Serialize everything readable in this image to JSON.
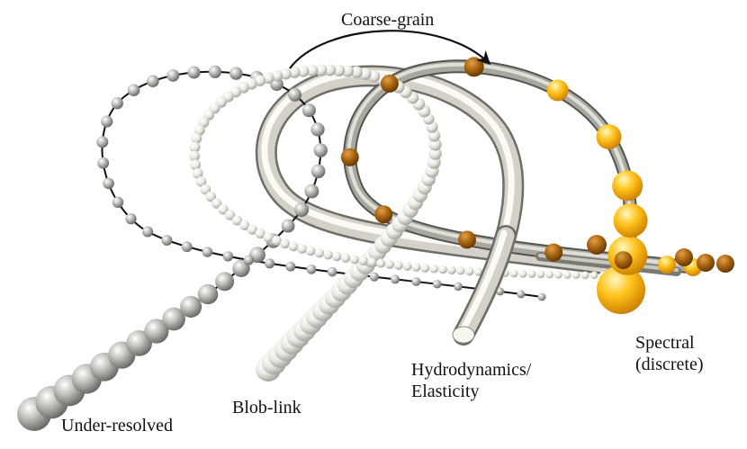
{
  "labels": {
    "coarse_grain": "Coarse-grain",
    "under_resolved": "Under-resolved",
    "blob_link": "Blob-link",
    "hydrodynamics_line1": "Hydrodynamics/",
    "hydrodynamics_line2": "Elasticity",
    "spectral_line1": "Spectral",
    "spectral_line2": "(discrete)"
  },
  "colors": {
    "bead_grey": "#9a9d98",
    "bead_white": "#eeeee6",
    "tube_white": "#e8e6dc",
    "tube_grey": "#8f8e87",
    "spectral_gold": "#f2a80a",
    "spectral_dark": "#9a5808",
    "link_line": "#111111"
  },
  "icons": {
    "coarse_grain_arrow": "curved-arrow-icon"
  }
}
